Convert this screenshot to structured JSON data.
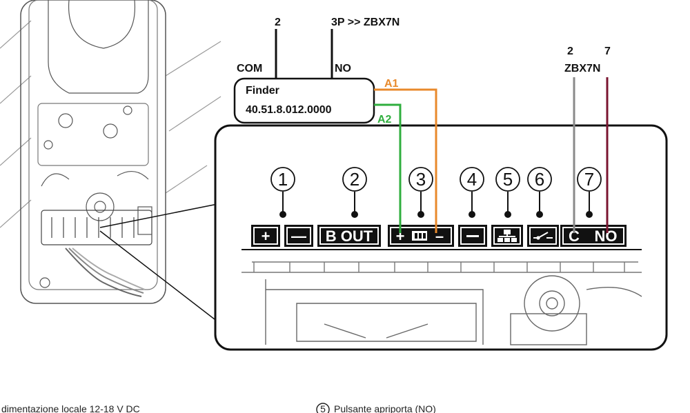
{
  "top_labels": {
    "com_number": "2",
    "no_number": "3P >> ZBX7N",
    "com": "COM",
    "no": "NO",
    "relay_brand": "Finder",
    "relay_model": "40.51.8.012.0000",
    "a1": "A1",
    "a2": "A2",
    "right_num_c": "2",
    "right_num_no": "7",
    "right_device": "ZBX7N"
  },
  "terminals": {
    "plus": "+",
    "minus": "—",
    "b_out": "B OUT",
    "lock_plus": "+",
    "lock_minus": "–",
    "c": "C",
    "no": "NO"
  },
  "circled_numbers": [
    "1",
    "2",
    "3",
    "4",
    "5",
    "6",
    "7"
  ],
  "footer": {
    "left": "dimentazione locale 12-18 V DC",
    "right_num": "5",
    "right": "Pulsante apriporta (NO)"
  },
  "colors": {
    "a1_wire": "#e8892b",
    "a2_wire": "#2fae3e",
    "c_wire": "#8a8a8a",
    "no_wire": "#7a1530",
    "ink": "#111111"
  }
}
